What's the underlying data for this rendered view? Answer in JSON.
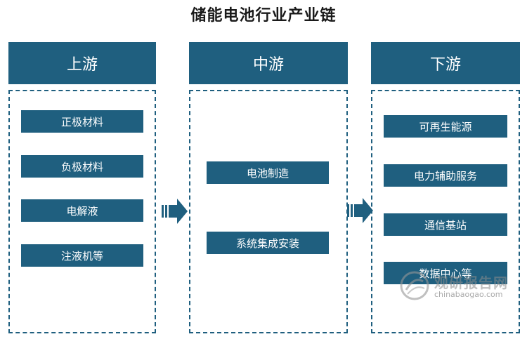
{
  "title": "储能电池行业产业链",
  "columns": [
    {
      "label": "上游",
      "items": [
        "正极材料",
        "负极材料",
        "电解液",
        "注液机等"
      ]
    },
    {
      "label": "中游",
      "items": [
        "电池制造",
        "系统集成安装"
      ]
    },
    {
      "label": "下游",
      "items": [
        "可再生能源",
        "电力辅助服务",
        "通信基站",
        "数据中心等"
      ]
    }
  ],
  "watermark": {
    "name": "观研报告网",
    "url": "chinabaogao.com"
  },
  "colors": {
    "primary": "#1f5f7f",
    "text_on_primary": "#ffffff",
    "border": "#1f5f7f"
  }
}
